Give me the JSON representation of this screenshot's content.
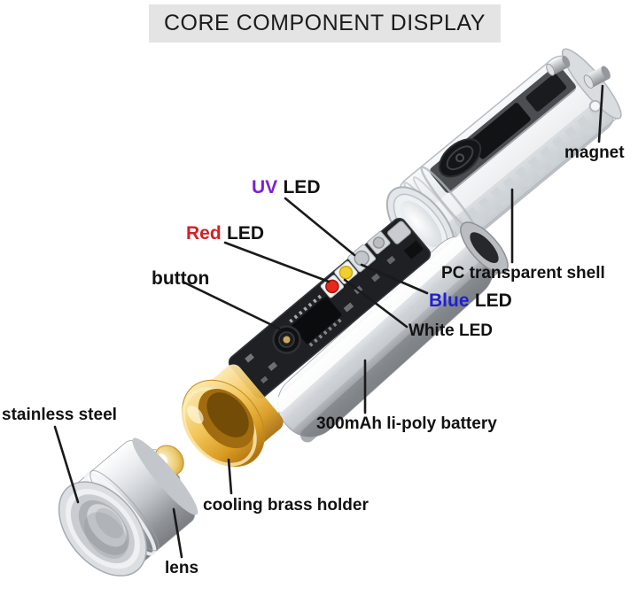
{
  "title": "CORE COMPONENT DISPLAY",
  "colors": {
    "uv_word": "#7f1fd6",
    "red_word": "#d42025",
    "blue_word": "#2020cf",
    "label_text": "#111111",
    "title_bg": "#e4e4e4",
    "leader_line": "#1a1a1a",
    "brass": "#e8b23a",
    "steel": "#c9ccd0"
  },
  "labels": {
    "magnet": {
      "text": "magnet"
    },
    "uv_led": {
      "highlight": "UV",
      "rest": "LED",
      "highlight_style": "color:#7f1fd6"
    },
    "red_led": {
      "highlight": "Red",
      "rest": "LED",
      "highlight_style": "color:#d42025"
    },
    "pc_shell": {
      "text": "PC transparent shell"
    },
    "button": {
      "text": "button"
    },
    "blue_led": {
      "highlight": "Blue",
      "rest": "LED",
      "highlight_style": "color:#2020cf"
    },
    "white_led": {
      "text": "White LED"
    },
    "battery": {
      "text": "300mAh li-poly battery"
    },
    "stainless_steel": {
      "text": "stainless steel"
    },
    "brass_holder": {
      "text": "cooling brass holder"
    },
    "lens": {
      "text": "lens"
    }
  },
  "parts": [
    "magnets",
    "pc-transparent-shell-head",
    "led-circuit-board",
    "power-button",
    "li-poly-battery",
    "cooling-brass-holder",
    "glass-lens",
    "stainless-steel-bezel"
  ]
}
